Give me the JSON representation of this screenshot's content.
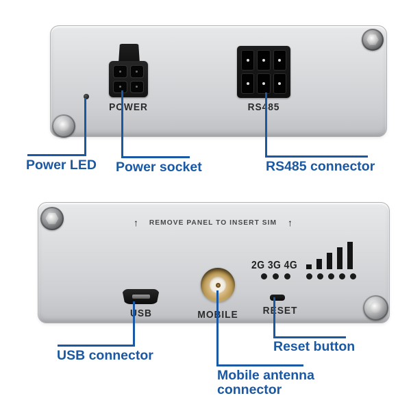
{
  "colors": {
    "callout_blue": "#1a58a3",
    "panel_silkscreen": "#2b2b2b",
    "panel_silver": "#d9dbdd",
    "connector_black": "#141414",
    "sma_gold": "#b9974f"
  },
  "top_panel": {
    "power_label": "POWER",
    "rs485_label": "RS485"
  },
  "top_callouts": {
    "power_led": "Power LED",
    "power_socket": "Power socket",
    "rs485": "RS485 connector"
  },
  "bottom_panel": {
    "sim_arrow": "↑",
    "sim_notice": "REMOVE PANEL TO INSERT SIM",
    "usb_label": "USB",
    "mobile_label": "MOBILE",
    "network_label": "2G 3G 4G",
    "reset_label": "RESET"
  },
  "bottom_callouts": {
    "usb": "USB connector",
    "mobile_line1": "Mobile antenna",
    "mobile_line2": "connector",
    "reset": "Reset button"
  },
  "icons": {
    "screw": "torx-screw-icon",
    "power_led": "led-dot-icon",
    "up_arrow": "up-arrow-icon",
    "signal_bars": "signal-strength-bars-icon",
    "status_dots": "status-led-dots-icon"
  }
}
